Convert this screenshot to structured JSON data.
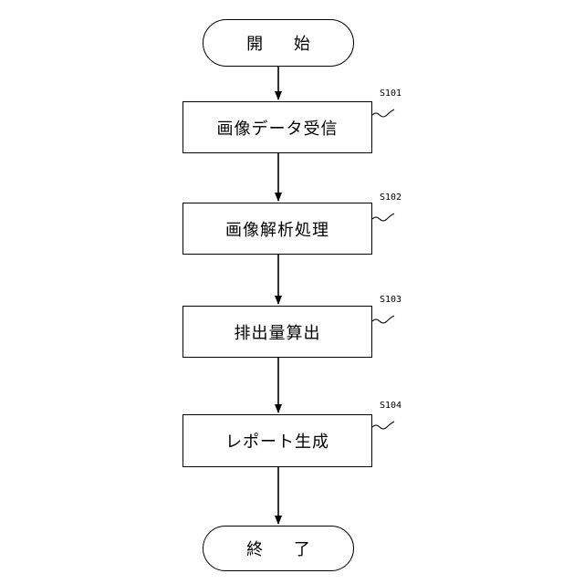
{
  "start": {
    "label": "開 始"
  },
  "steps": [
    {
      "id": "S101",
      "label": "画像データ受信"
    },
    {
      "id": "S102",
      "label": "画像解析処理"
    },
    {
      "id": "S103",
      "label": "排出量算出"
    },
    {
      "id": "S104",
      "label": "レポート生成"
    }
  ],
  "end": {
    "label": "終 了"
  }
}
